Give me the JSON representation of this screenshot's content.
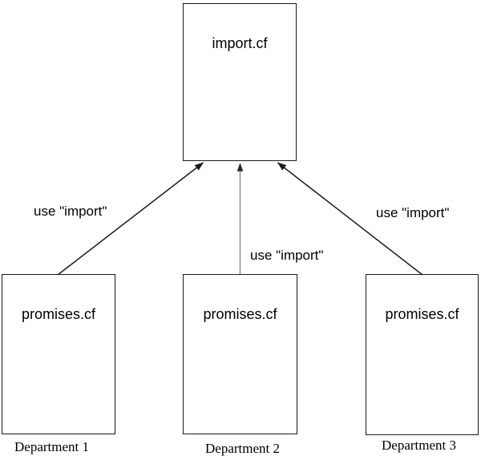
{
  "diagram": {
    "import_box": {
      "label": "import.cf"
    },
    "promise_boxes": [
      {
        "label": "promises.cf",
        "caption": "Department 1"
      },
      {
        "label": "promises.cf",
        "caption": "Department 2"
      },
      {
        "label": "promises.cf",
        "caption": "Department 3"
      }
    ],
    "edge_labels": [
      {
        "text": "use \"import\""
      },
      {
        "text": "use \"import\""
      },
      {
        "text": "use \"import\""
      }
    ],
    "colors": {
      "line": "#1a1a1a",
      "middle_line": "#8a8a8a",
      "box_border": "#1a1a1a",
      "background": "#ffffff",
      "text": "#000000"
    }
  }
}
